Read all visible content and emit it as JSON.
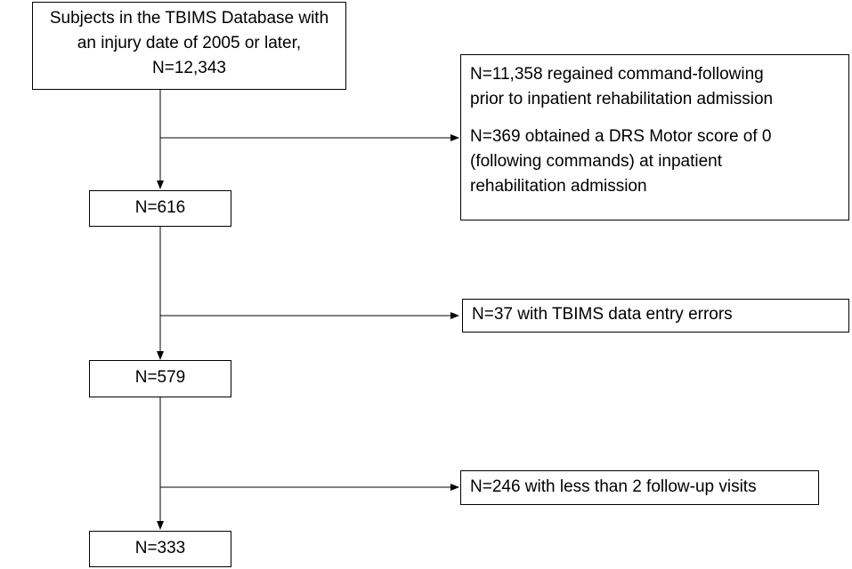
{
  "flowchart": {
    "start_box": {
      "lines": [
        "Subjects in the TBIMS Database with",
        "an injury date of 2005 or later,",
        "N=12,343"
      ]
    },
    "exclusion_1": {
      "para1": [
        "N=11,358 regained command-following",
        "prior to inpatient rehabilitation admission"
      ],
      "para2": [
        "N=369 obtained a DRS Motor score of 0",
        "(following commands) at inpatient",
        "rehabilitation admission"
      ]
    },
    "step_1": "N=616",
    "exclusion_2": "N=37 with TBIMS data entry errors",
    "step_2": "N=579",
    "exclusion_3": "N=246 with less than 2 follow-up visits",
    "final": "N=333"
  },
  "colors": {
    "line": "#000000",
    "box_border": "#000000",
    "background": "#ffffff"
  }
}
